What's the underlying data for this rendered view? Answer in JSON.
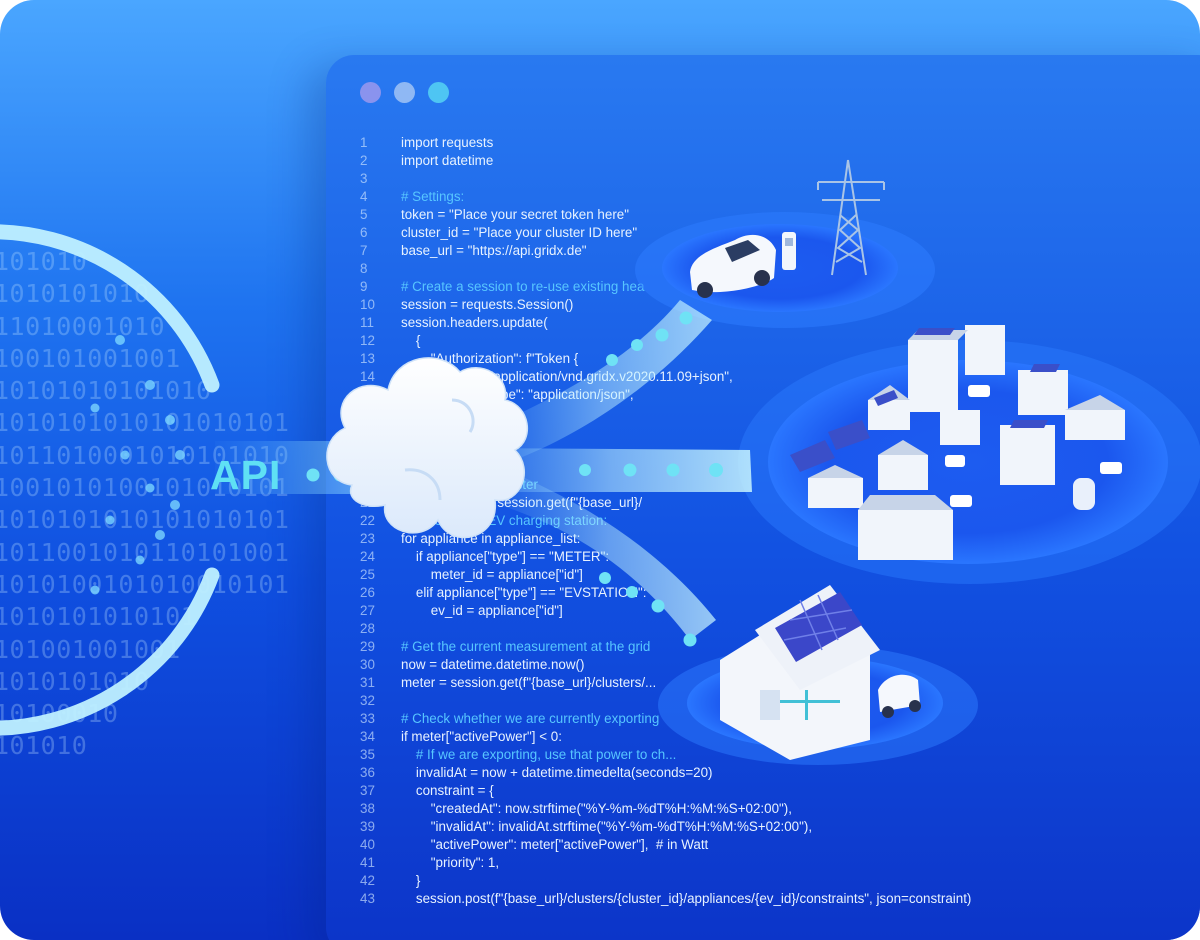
{
  "binary_rows": [
    "101010",
    "1010101010",
    "11010001010",
    "100101001001",
    "10101010101010",
    "1010101010101010101",
    "1011010001010101010",
    "1001010100101010101",
    "1010101010101010101",
    "1011001010110101001",
    "1010100101010010101",
    "1010101010101",
    "101001001001",
    "1010101010",
    "10100010",
    "101010"
  ],
  "api_label": "API",
  "colors": {
    "background_top": "#4aa6ff",
    "background_bottom": "#0a30c4",
    "accent_cyan": "#5fe0f4",
    "code_text": "#e7f2ff",
    "code_keyword": "#4fd0ff",
    "code_comment": "#57c6ff"
  },
  "code_lines": [
    {
      "num": "1",
      "text": "import requests"
    },
    {
      "num": "2",
      "text": "import datetime"
    },
    {
      "num": "3",
      "text": ""
    },
    {
      "num": "4",
      "text": "# Settings:"
    },
    {
      "num": "5",
      "text": "token = \"Place your secret token here\""
    },
    {
      "num": "6",
      "text": "cluster_id = \"Place your cluster ID here\""
    },
    {
      "num": "7",
      "text": "base_url = \"https://api.gridx.de\""
    },
    {
      "num": "8",
      "text": ""
    },
    {
      "num": "9",
      "text": "# Create a session to re-use existing hea"
    },
    {
      "num": "10",
      "text": "session = requests.Session()"
    },
    {
      "num": "11",
      "text": "session.headers.update("
    },
    {
      "num": "12",
      "text": "    {"
    },
    {
      "num": "13",
      "text": "        \"Authorization\": f\"Token {"
    },
    {
      "num": "14",
      "text": "        \"Accept\": \"application/vnd.gridx.v2020.11.09+json\","
    },
    {
      "num": "15",
      "text": "        \"Content-Type\": \"application/json\","
    },
    {
      "num": "16",
      "text": ""
    },
    {
      "num": "17",
      "text": ""
    },
    {
      "num": "18",
      "text": ""
    },
    {
      "num": "19",
      "text": ""
    },
    {
      "num": "20",
      "text": "# ...DERs in the cluster"
    },
    {
      "num": "21",
      "text": "appliance_list = session.get(f\"{base_url}/"
    },
    {
      "num": "22",
      "text": "# ...meter and EV charging station:"
    },
    {
      "num": "23",
      "text": "for appliance in appliance_list:"
    },
    {
      "num": "24",
      "text": "    if appliance[\"type\"] == \"METER\":"
    },
    {
      "num": "25",
      "text": "        meter_id = appliance[\"id\"]"
    },
    {
      "num": "26",
      "text": "    elif appliance[\"type\"] == \"EVSTATION\":"
    },
    {
      "num": "27",
      "text": "        ev_id = appliance[\"id\"]"
    },
    {
      "num": "28",
      "text": ""
    },
    {
      "num": "29",
      "text": "# Get the current measurement at the grid"
    },
    {
      "num": "30",
      "text": "now = datetime.datetime.now()"
    },
    {
      "num": "31",
      "text": "meter = session.get(f\"{base_url}/clusters/...                                      ...bilities\").json()"
    },
    {
      "num": "32",
      "text": ""
    },
    {
      "num": "33",
      "text": "# Check whether we are currently exporting"
    },
    {
      "num": "34",
      "text": "if meter[\"activePower\"] < 0:"
    },
    {
      "num": "35",
      "text": "    # If we are exporting, use that power to ch..."
    },
    {
      "num": "36",
      "text": "    invalidAt = now + datetime.timedelta(seconds=20)"
    },
    {
      "num": "37",
      "text": "    constraint = {"
    },
    {
      "num": "38",
      "text": "        \"createdAt\": now.strftime(\"%Y-%m-%dT%H:%M:%S+02:00\"),"
    },
    {
      "num": "39",
      "text": "        \"invalidAt\": invalidAt.strftime(\"%Y-%m-%dT%H:%M:%S+02:00\"),"
    },
    {
      "num": "40",
      "text": "        \"activePower\": meter[\"activePower\"],  # in Watt"
    },
    {
      "num": "41",
      "text": "        \"priority\": 1,"
    },
    {
      "num": "42",
      "text": "    }"
    },
    {
      "num": "43",
      "text": "    session.post(f\"{base_url}/clusters/{cluster_id}/appliances/{ev_id}/constraints\", json=constraint)"
    }
  ]
}
